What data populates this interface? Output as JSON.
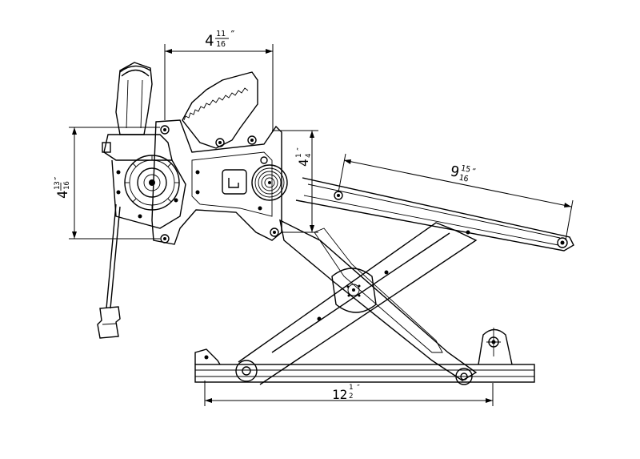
{
  "dimensions": {
    "top_width": {
      "whole": "4",
      "num": "11",
      "den": "16",
      "unit": "″"
    },
    "left_height": {
      "whole": "4",
      "num": "13",
      "den": "16",
      "unit": "″"
    },
    "pivot_height": {
      "whole": "4",
      "num": "1",
      "den": "4",
      "unit": "″"
    },
    "arm_length": {
      "whole": "9",
      "num": "15",
      "den": "16",
      "unit": "″"
    },
    "bottom_width": {
      "whole": "12",
      "num": "1",
      "den": "2",
      "unit": "″"
    }
  },
  "colors": {
    "line": "#000000",
    "background": "#ffffff"
  }
}
